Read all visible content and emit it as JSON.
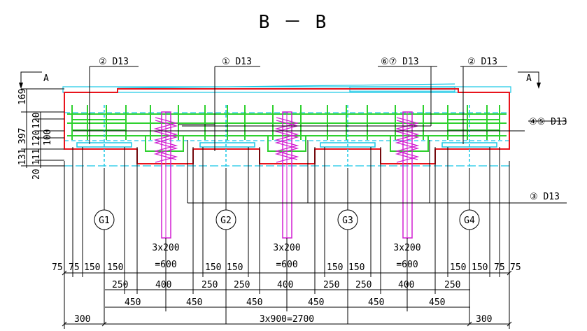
{
  "title": "B － B",
  "section_marks": {
    "left": "A",
    "right": "A"
  },
  "callouts": {
    "c2_left": "② D13",
    "c1": "① D13",
    "c67": "⑥⑦ D13",
    "c2_right": "② D13",
    "c45": "④⑤ D13",
    "c3": "③ D13"
  },
  "girders": [
    "G1",
    "G2",
    "G3",
    "G4"
  ],
  "pile_notes": [
    {
      "top": "3x200",
      "bottom": "=600"
    },
    {
      "top": "3x200",
      "bottom": "=600"
    },
    {
      "top": "3x200",
      "bottom": "=600"
    }
  ],
  "vertical_dims": [
    "169",
    "397",
    "120",
    "120",
    "100",
    "131",
    "111",
    "20"
  ],
  "dims_row1": [
    "75",
    "75",
    "150",
    "150",
    "150",
    "150",
    "150",
    "150",
    "150",
    "150",
    "75",
    "75"
  ],
  "dims_row2": [
    "250",
    "400",
    "250",
    "250",
    "400",
    "250",
    "250",
    "400",
    "250"
  ],
  "dims_row3": [
    "450",
    "450",
    "450",
    "450",
    "450",
    "450"
  ],
  "dims_row4": [
    "300",
    "3x900=2700",
    "300"
  ],
  "colors": {
    "concrete_outline": "#e8141c",
    "rebar": "#2fd12f",
    "stud": "#d21ed2",
    "cyan": "#19c8e6",
    "lines": "#000000"
  }
}
